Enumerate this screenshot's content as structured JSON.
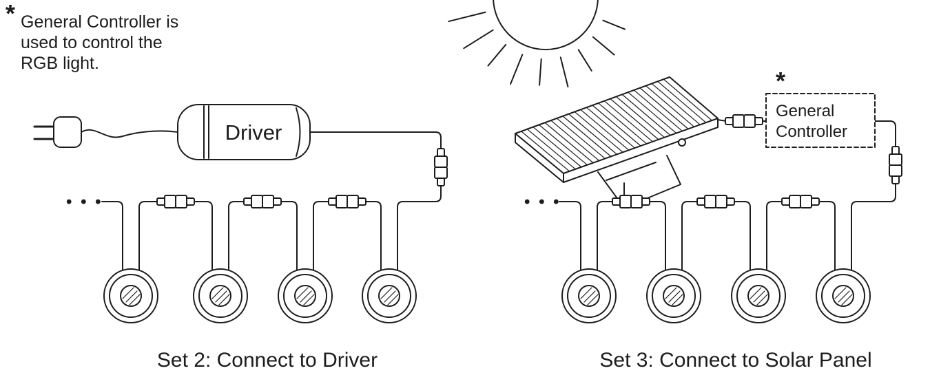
{
  "note": {
    "asterisk": "*",
    "lines": [
      "General Controller  is",
      "used to control the",
      "RGB light."
    ]
  },
  "left": {
    "device_label": "Driver",
    "dots": "• • •",
    "caption": "Set 2: Connect to Driver"
  },
  "right": {
    "asterisk": "*",
    "controller_lines": [
      "General",
      "Controller"
    ],
    "dots": "• • •",
    "caption": "Set 3: Connect to Solar Panel"
  },
  "colors": {
    "line": "#1c1c1c",
    "background": "#ffffff"
  }
}
